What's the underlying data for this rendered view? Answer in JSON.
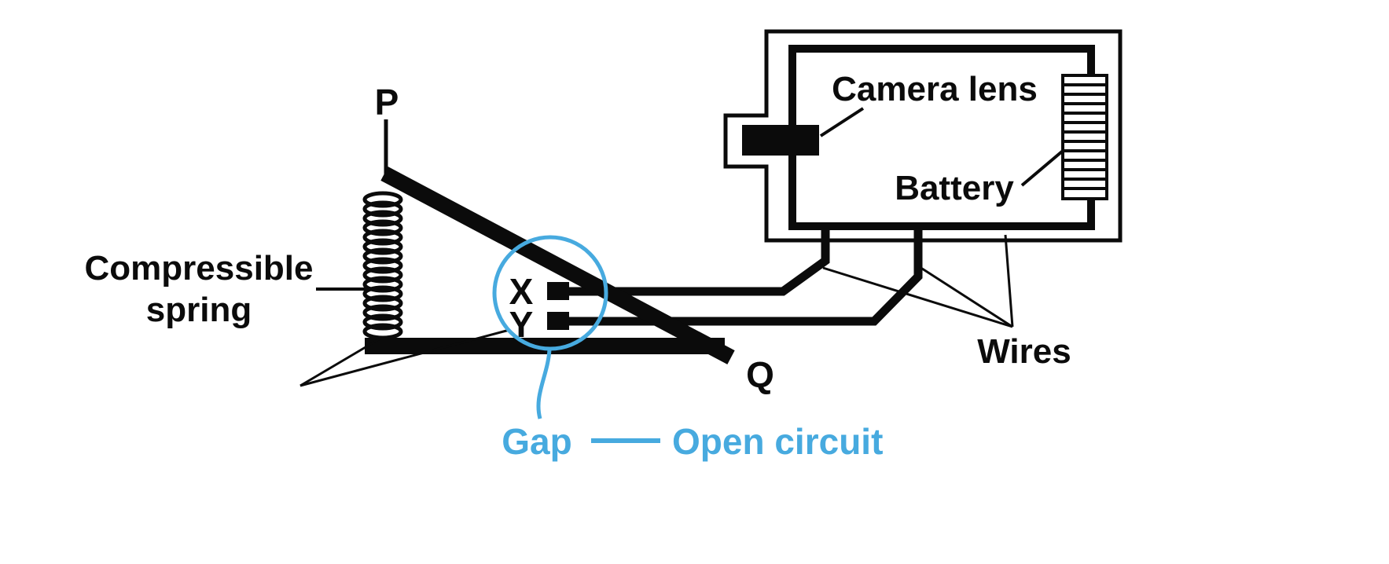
{
  "labels": {
    "p": "P",
    "q": "Q",
    "contact_x": "X",
    "contact_y": "Y",
    "spring_line1": "Compressible",
    "spring_line2": "spring",
    "camera_lens": "Camera lens",
    "battery": "Battery",
    "wires": "Wires",
    "gap": "Gap",
    "open_circuit": "Open circuit"
  },
  "colors": {
    "ink": "#0b0b0b",
    "accent_blue": "#47aadf",
    "background": "#ffffff"
  }
}
